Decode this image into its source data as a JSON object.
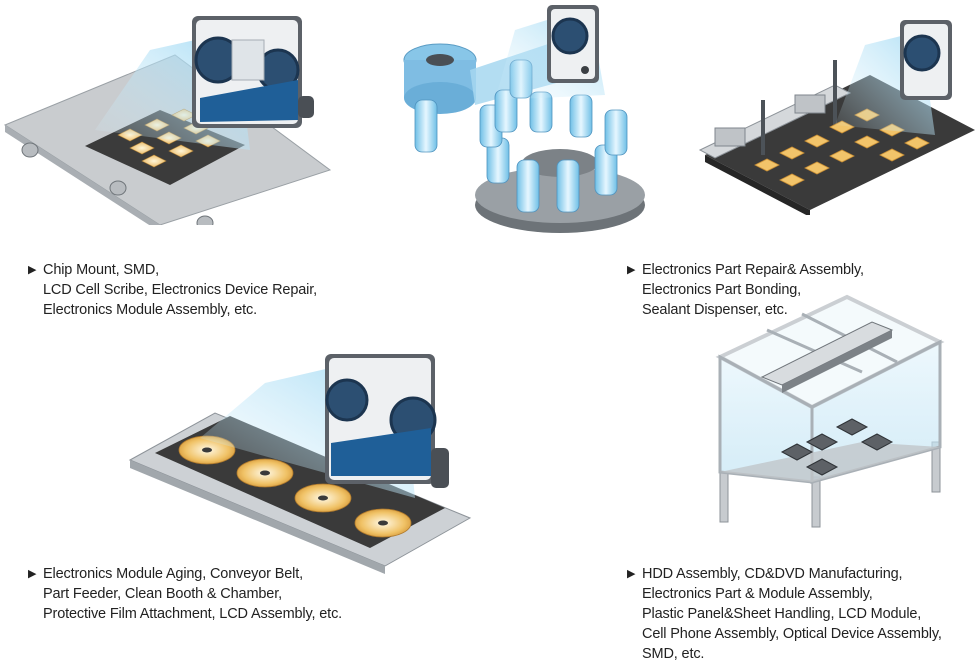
{
  "bullet_glyph": "▶",
  "panels": [
    {
      "lines": [
        "Chip Mount, SMD,",
        "LCD Cell Scribe, Electronics Device Repair,",
        "Electronics Module Assembly, etc."
      ]
    },
    {
      "lines": [
        "Electronics Part Repair& Assembly,",
        "Electronics Part Bonding,",
        "Sealant Dispenser, etc."
      ]
    },
    {
      "lines": [
        "Electronics Module Aging, Conveyor Belt,",
        "Part Feeder, Clean Booth & Chamber,",
        "Protective Film Attachment, LCD Assembly, etc."
      ]
    },
    {
      "lines": [
        "HDD Assembly, CD&DVD Manufacturing,",
        "Electronics Part & Module Assembly,",
        "Plastic Panel&Sheet Handling, LCD Module,",
        "Cell Phone Assembly, Optical Device Assembly,",
        "SMD, etc."
      ]
    }
  ],
  "colors": {
    "ionizer_body": "#e8eaec",
    "ionizer_fan": "#2a4a6a",
    "air_beam": "#bfe6f7",
    "work_surface": "#3a3a3a",
    "chip_gold": "#f2c46a",
    "bottle_blue": "#7ec8ea"
  }
}
